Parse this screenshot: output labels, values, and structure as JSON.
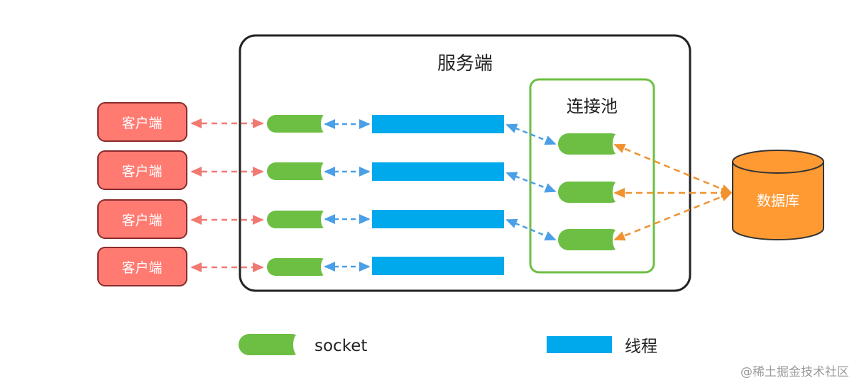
{
  "server": {
    "title": "服务端"
  },
  "pool": {
    "title": "连接池"
  },
  "clients": [
    {
      "label": "客户端"
    },
    {
      "label": "客户端"
    },
    {
      "label": "客户端"
    },
    {
      "label": "客户端"
    }
  ],
  "database": {
    "label": "数据库"
  },
  "legend": {
    "socket_label": "socket",
    "thread_label": "线程"
  },
  "watermark": "@稀土掘金技术社区",
  "colors": {
    "client_fill": "#ff7b72",
    "client_stroke": "#8a2b2b",
    "socket_green": "#6cbf43",
    "thread_blue": "#00a9ec",
    "pool_border": "#6cbf43",
    "db_orange": "#ff9a33",
    "arrow_red": "#f07a72",
    "arrow_blue": "#4a9fe6",
    "arrow_orange": "#f0922f"
  }
}
